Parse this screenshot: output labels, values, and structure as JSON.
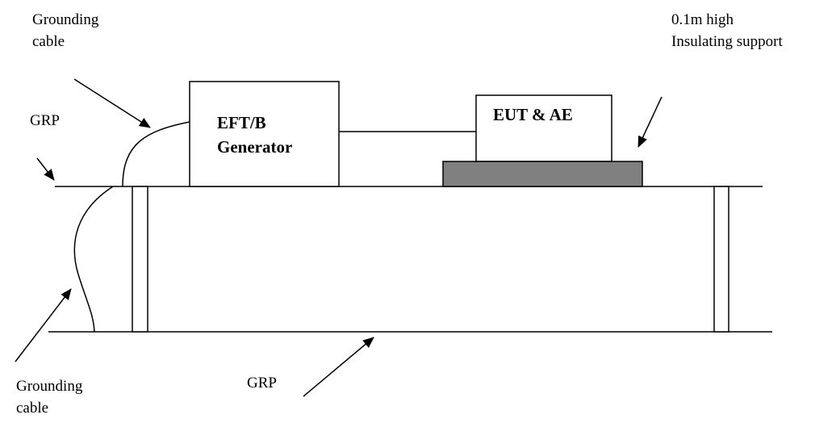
{
  "labels": {
    "grounding_cable_top_line1": "Grounding",
    "grounding_cable_top_line2": "cable",
    "insulating_support_line1": "0.1m high",
    "insulating_support_line2": "Insulating support",
    "grp_left": "GRP",
    "grp_bottom": "GRP",
    "grounding_cable_bottom_line1": "Grounding",
    "grounding_cable_bottom_line2": "cable"
  },
  "boxes": {
    "generator_line1": "EFT/B",
    "generator_line2": "Generator",
    "eut_ae": "EUT & AE"
  },
  "colors": {
    "stroke": "#000000",
    "insulating_support_fill": "#808080",
    "background": "#ffffff"
  }
}
